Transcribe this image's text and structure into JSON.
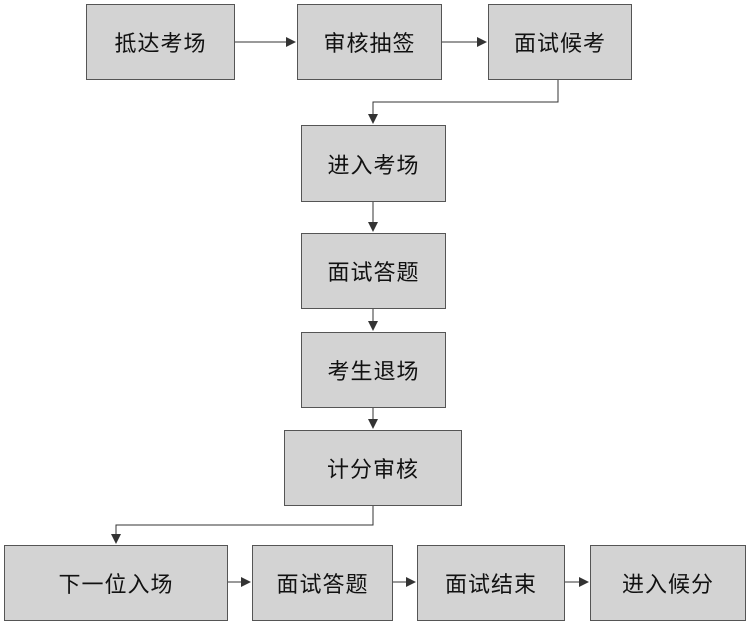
{
  "steps": {
    "s1": "抵达考场",
    "s2": "审核抽签",
    "s3": "面试候考",
    "s4": "进入考场",
    "s5": "面试答题",
    "s6": "考生退场",
    "s7": "计分审核",
    "s8": "下一位入场",
    "s9": "面试答题",
    "s10": "面试结束",
    "s11": "进入候分"
  },
  "colors": {
    "box_fill": "#d3d3d3",
    "box_border": "#555555",
    "arrow": "#333333",
    "text": "#111111"
  }
}
